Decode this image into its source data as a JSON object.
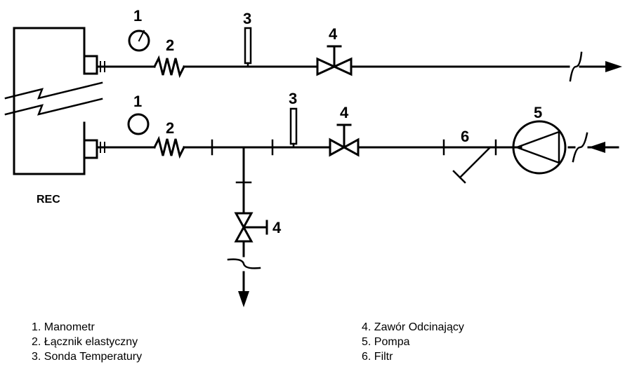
{
  "diagram": {
    "unit_label": "REC",
    "callouts": {
      "manometer_top": "1",
      "manometer_bottom": "1",
      "flex_top": "2",
      "flex_bottom": "2",
      "sensor_top": "3",
      "sensor_bottom": "3",
      "valve_top": "4",
      "valve_bottom": "4",
      "valve_branch": "4",
      "pump": "5",
      "filter": "6"
    }
  },
  "legend": {
    "left": [
      "1.  Manometr",
      "2.  Łącznik elastyczny",
      "3.  Sonda Temperatury"
    ],
    "right": [
      "4.  Zawór Odcinający",
      "5.  Pompa",
      "6.  Filtr"
    ]
  }
}
